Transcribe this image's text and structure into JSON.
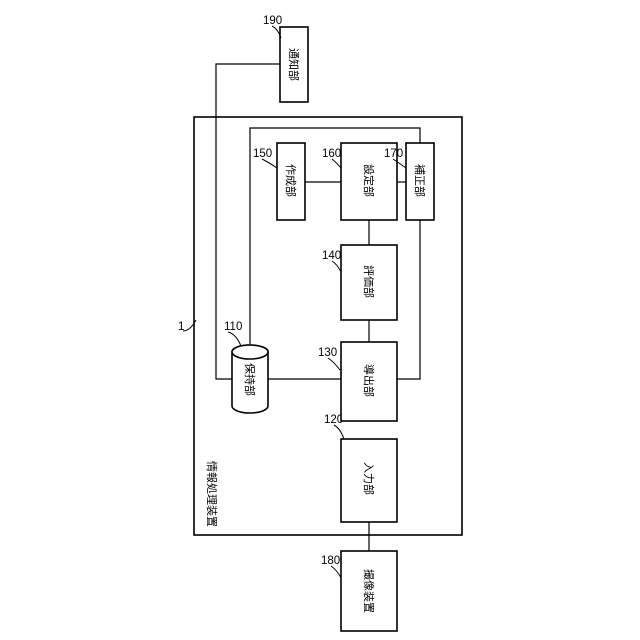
{
  "apparatus": {
    "ref": "1",
    "title": "情報処理装置"
  },
  "blocks": {
    "storage": {
      "ref": "110",
      "label": "保持部"
    },
    "input": {
      "ref": "120",
      "label": "入力部"
    },
    "derive": {
      "ref": "130",
      "label": "導出部"
    },
    "evaluate": {
      "ref": "140",
      "label": "評価部"
    },
    "create": {
      "ref": "150",
      "label": "作成部"
    },
    "setting": {
      "ref": "160",
      "label": "設定部"
    },
    "correct": {
      "ref": "170",
      "label": "補正部"
    },
    "camera": {
      "ref": "180",
      "label": "撮像装置"
    },
    "notify": {
      "ref": "190",
      "label": "通知部"
    }
  }
}
